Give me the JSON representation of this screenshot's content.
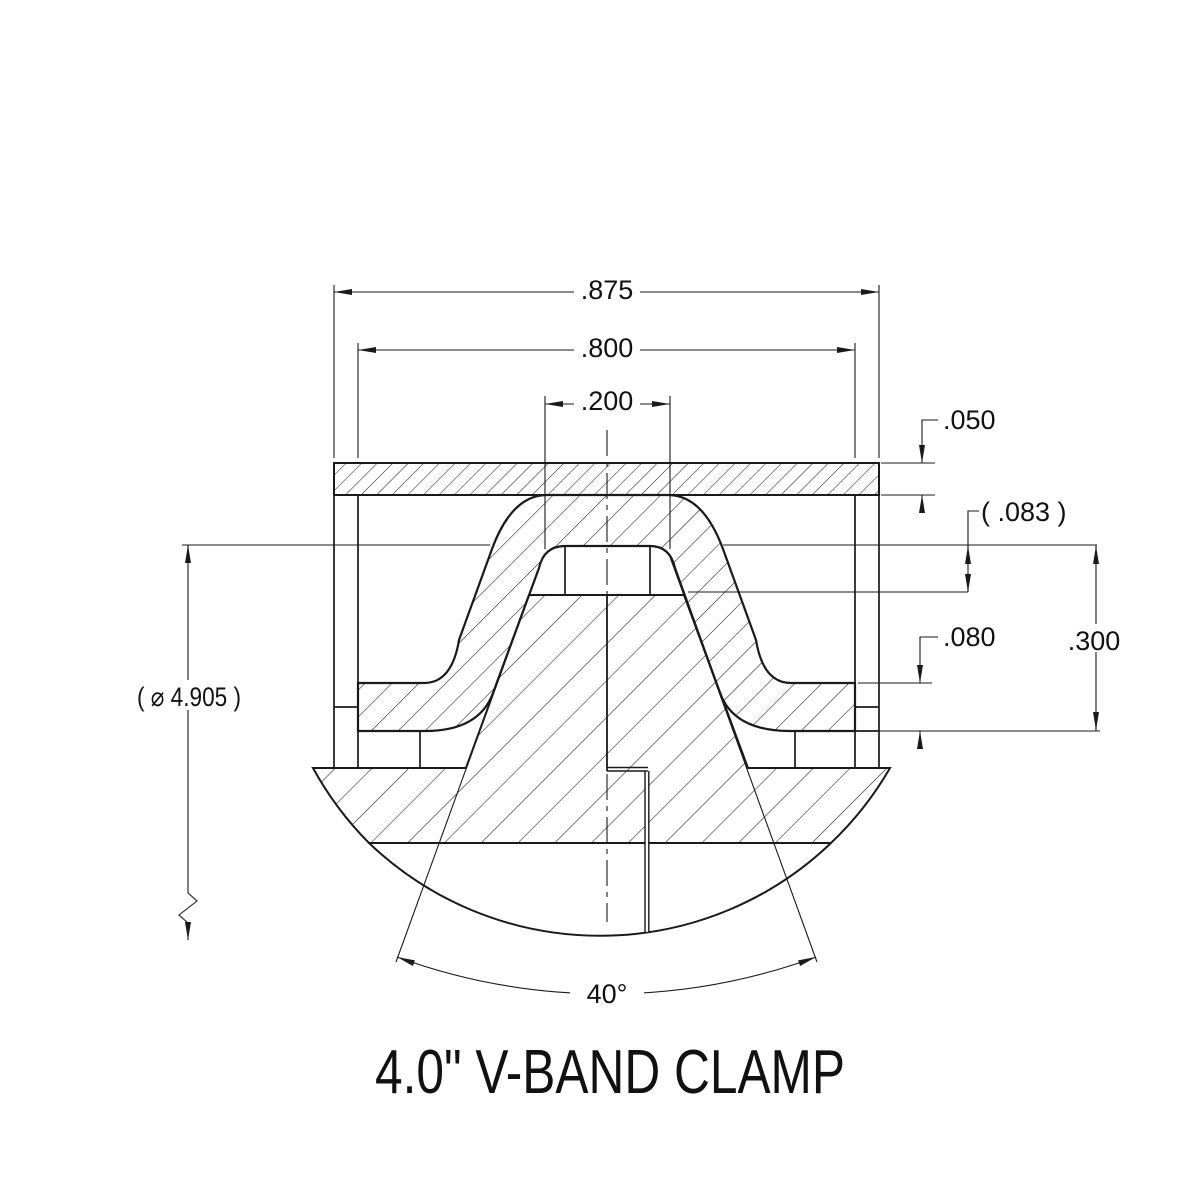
{
  "title": "4.0\" V-BAND CLAMP",
  "dims": {
    "overall_width": ".875",
    "retainer_width": ".800",
    "channel_top_width": ".200",
    "band_thickness": ".050",
    "channel_gap_ref": "( .083 )",
    "foot_thickness": ".080",
    "channel_depth": ".300",
    "inner_diameter_ref": "( ⌀ 4.905 )",
    "vee_angle": "40°"
  },
  "style": {
    "line_color": "#1a1a1a",
    "background": "#ffffff"
  }
}
